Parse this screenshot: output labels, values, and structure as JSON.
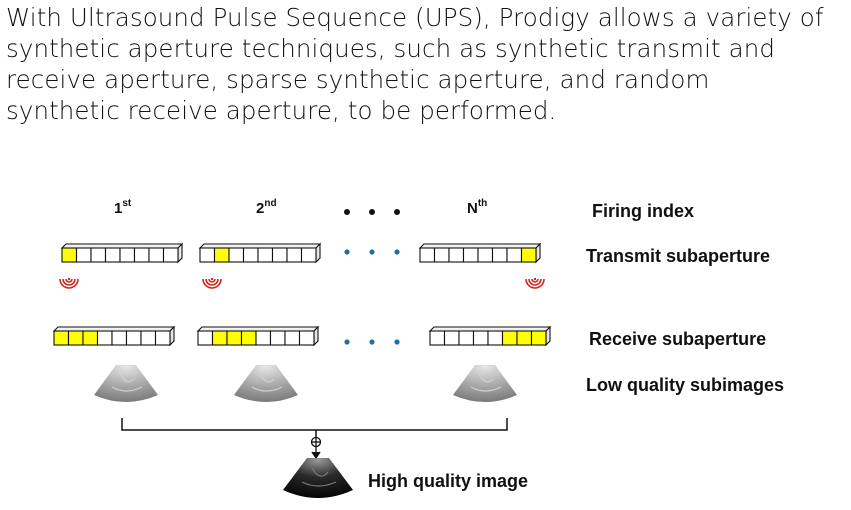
{
  "intro": {
    "lines": [
      "With Ultrasound Pulse Sequence (UPS), Prodigy allows a variety of",
      "synthetic aperture techniques, such as synthetic transmit and",
      "receive aperture, sparse synthetic aperture, and random",
      "synthetic receive aperture, to be performed."
    ]
  },
  "firings": [
    {
      "base": "1",
      "suffix": "st"
    },
    {
      "base": "2",
      "suffix": "nd"
    },
    {
      "base": "N",
      "suffix": "th"
    }
  ],
  "labels": {
    "firing_index": "Firing index",
    "transmit": "Transmit subaperture",
    "receive": "Receive subaperture",
    "low_quality": "Low quality subimages",
    "high_quality": "High quality image"
  },
  "colors": {
    "active_element": "#ffff00",
    "wave_icon": "#d8241c",
    "ellipsis_dot": "#1f6ea8"
  }
}
